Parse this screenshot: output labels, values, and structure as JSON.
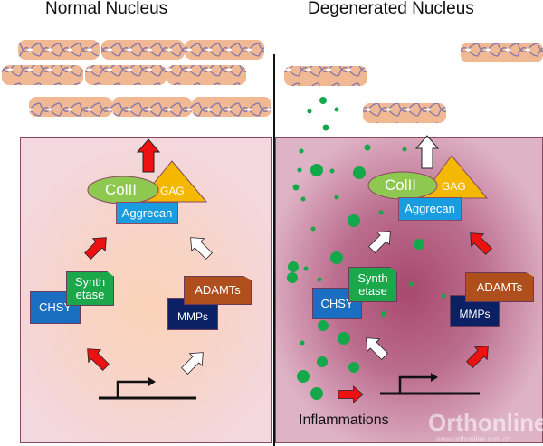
{
  "titles": {
    "left": "Normal Nucleus",
    "right": "Degenerated Nucleus"
  },
  "left_panel": {
    "matrix": {
      "collagen": "ColII",
      "gag": "GAG",
      "aggrecan": "Aggrecan"
    },
    "synthetase": "Synth etase",
    "synthetase_line1": "Synth",
    "synthetase_line2": "etase",
    "chsy": "CHSY",
    "adamts": "ADAMTs",
    "mmps": "MMPs",
    "arrows": {
      "export": "red",
      "synthesis_to_matrix": "red",
      "degradation_to_matrix": "white",
      "gene_to_synthesis": "red",
      "gene_to_degradation": "white"
    }
  },
  "right_panel": {
    "matrix": {
      "collagen": "ColII",
      "gag": "GAG",
      "aggrecan": "Aggrecan"
    },
    "synthetase_line1": "Synth",
    "synthetase_line2": "etase",
    "chsy": "CHSY",
    "adamts": "ADAMTs",
    "mmps": "MMPs",
    "inflammations": "Inflammations",
    "arrows": {
      "export": "white",
      "synthesis_to_matrix": "white",
      "degradation_to_matrix": "red",
      "gene_to_synthesis": "white",
      "gene_to_degradation": "red",
      "inflammation_input": "red"
    }
  },
  "watermark": {
    "brand": "Orthonline",
    "url": "www.orthonline.com.cn"
  },
  "colors": {
    "collagen": "#8fc850",
    "gag": "#f5b800",
    "aggrecan": "#1a9de0",
    "synthetase": "#1aa84a",
    "chsy": "#1b6fc2",
    "adamts": "#b04f1e",
    "mmps": "#0c2164",
    "red_arrow": "#ee1111",
    "cytokine": "#13a84a"
  }
}
